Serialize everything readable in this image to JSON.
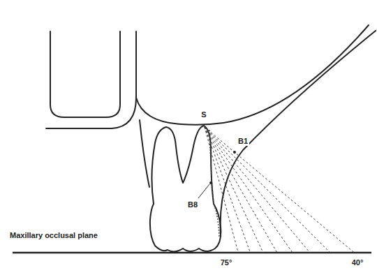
{
  "diagram": {
    "labels": [
      "S",
      "B1",
      "B8",
      "Maxillary occlusal plane",
      "75°",
      "40°"
    ]
  }
}
